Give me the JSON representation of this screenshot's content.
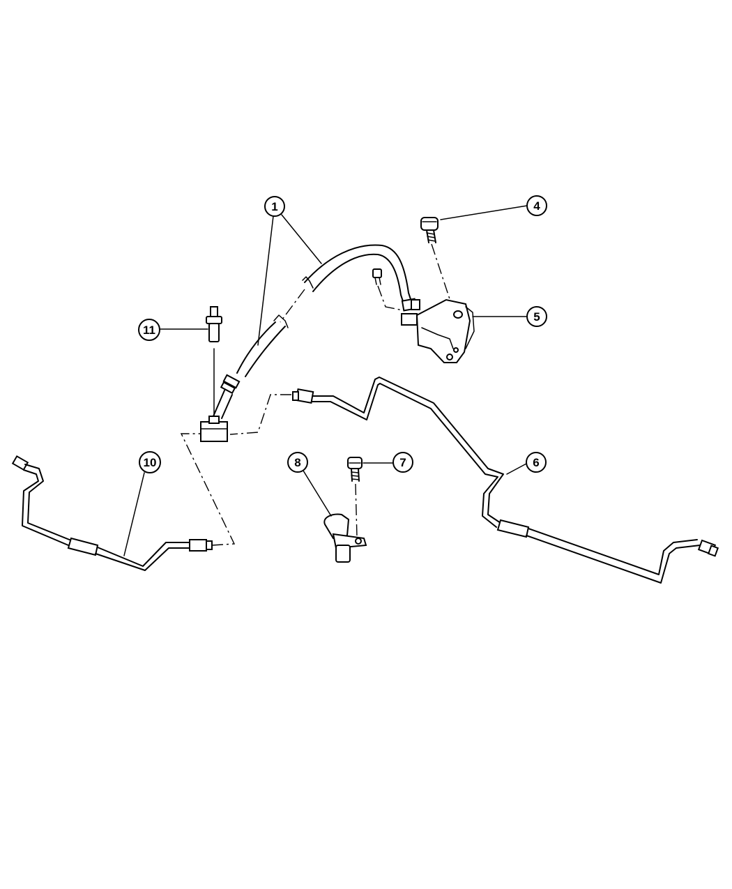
{
  "diagram": {
    "callouts": [
      {
        "id": "c1",
        "label": "1"
      },
      {
        "id": "c4",
        "label": "4"
      },
      {
        "id": "c5",
        "label": "5"
      },
      {
        "id": "c6",
        "label": "6"
      },
      {
        "id": "c7",
        "label": "7"
      },
      {
        "id": "c8",
        "label": "8"
      },
      {
        "id": "c10",
        "label": "10"
      },
      {
        "id": "c11",
        "label": "11"
      }
    ]
  }
}
